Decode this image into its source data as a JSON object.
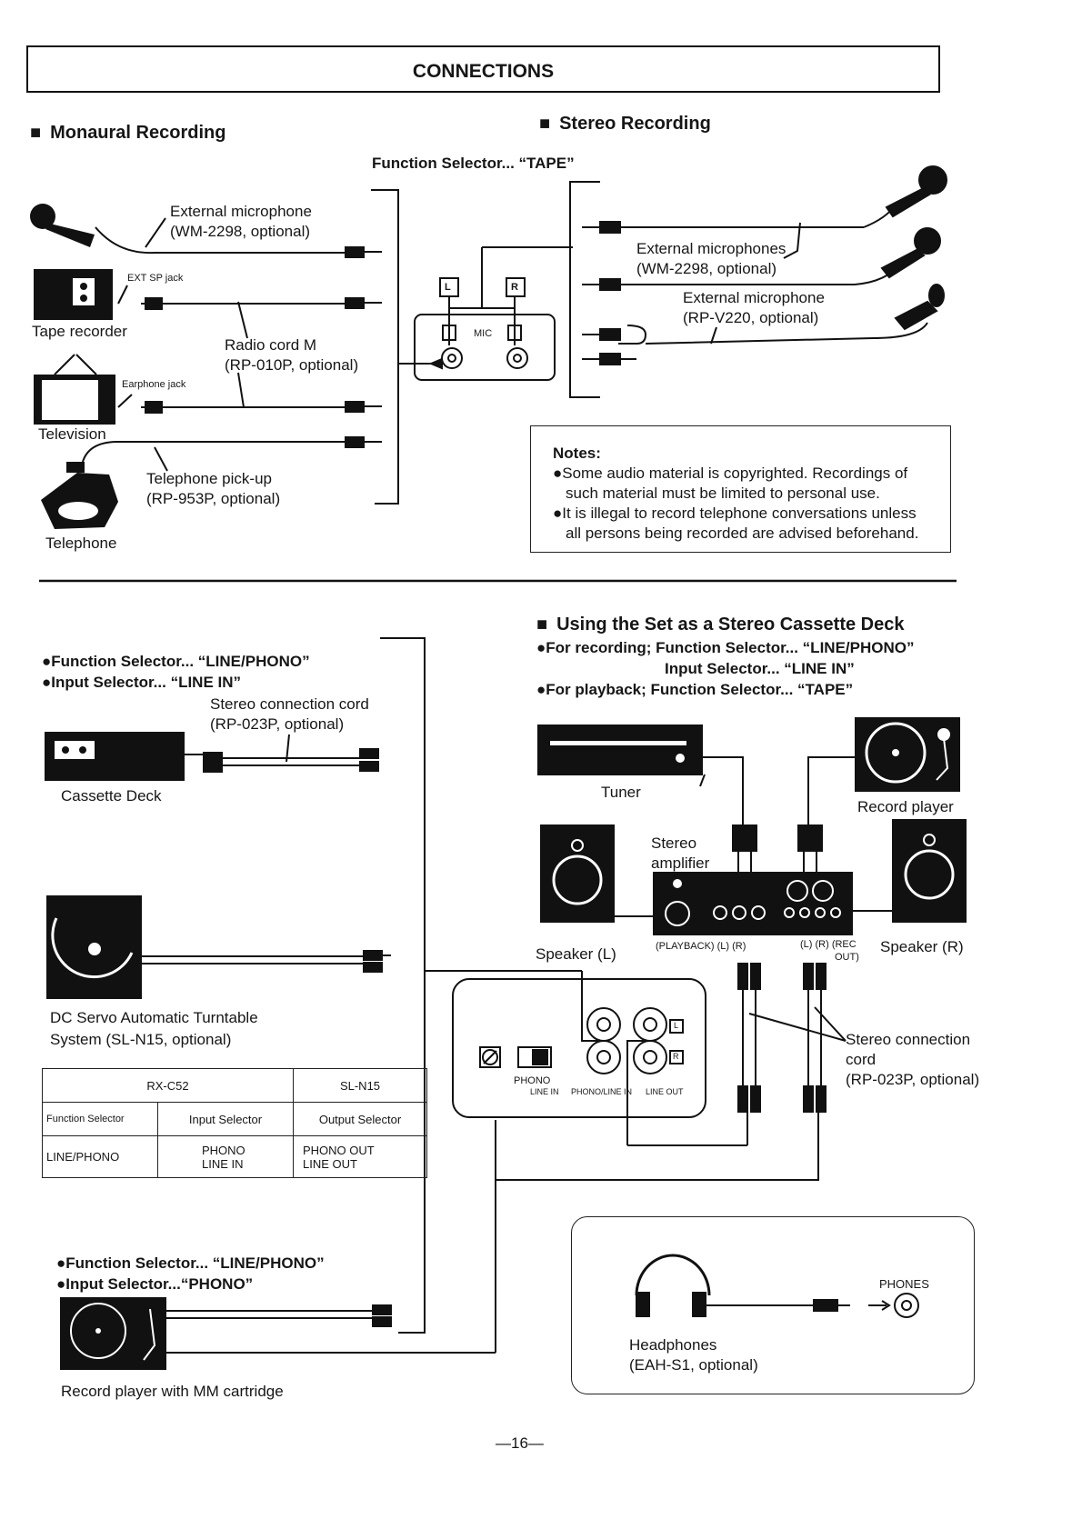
{
  "page_title": "CONNECTIONS",
  "monaural": {
    "heading": "Monaural Recording",
    "ext_mic_1": "External microphone",
    "ext_mic_2": "(WM-2298, optional)",
    "ext_sp_jack": "EXT SP jack",
    "tape_recorder": "Tape recorder",
    "radio_cord_1": "Radio cord M",
    "radio_cord_2": "(RP-010P, optional)",
    "earphone_jack": "Earphone jack",
    "television": "Television",
    "tel_pickup_1": "Telephone pick-up",
    "tel_pickup_2": "(RP-953P, optional)",
    "telephone": "Telephone"
  },
  "function_tape": "Function Selector... “TAPE”",
  "jacks": {
    "l": "L",
    "r": "R",
    "mic": "MIC"
  },
  "stereo": {
    "heading": "Stereo Recording",
    "ext_mics_1": "External microphones",
    "ext_mics_2": "(WM-2298, optional)",
    "ext_mic_v_1": "External microphone",
    "ext_mic_v_2": "(RP-V220, optional)"
  },
  "notes": {
    "title": "Notes:",
    "n1a": "●Some audio material is copyrighted. Recordings of",
    "n1b": "such material must be limited to personal use.",
    "n2a": "●It is illegal to record telephone conversations unless",
    "n2b": "all persons being recorded are advised beforehand."
  },
  "deck": {
    "sel1": "●Function Selector... “LINE/PHONO”",
    "sel2": "●Input Selector... “LINE IN”",
    "cord_1": "Stereo connection cord",
    "cord_2": "(RP-023P, optional)",
    "cassette_deck": "Cassette Deck",
    "turntable_1": "DC Servo Automatic Turntable",
    "turntable_2": "System (SL-N15, optional)"
  },
  "selector_table": {
    "rx": "RX-C52",
    "sl": "SL-N15",
    "col1": "Function Selector",
    "col2": "Input Selector",
    "col3": "Output Selector",
    "func": "LINE/PHONO",
    "in_phono": "PHONO",
    "in_line": "LINE  IN",
    "out_phono": "PHONO  OUT",
    "out_line": "LINE  OUT"
  },
  "phono": {
    "sel1": "●Function Selector... “LINE/PHONO”",
    "sel2": "●Input Selector...“PHONO”",
    "player": "Record player with MM cartridge"
  },
  "cassette_use": {
    "heading": "Using the Set as a Stereo Cassette Deck",
    "rec1": "●For recording; Function Selector... “LINE/PHONO”",
    "rec2": "Input Selector... “LINE IN”",
    "play": "●For playback; Function Selector... “TAPE”",
    "tuner": "Tuner",
    "record_player": "Record player",
    "amp_1": "Stereo",
    "amp_2": "amplifier",
    "spk_l": "Speaker (L)",
    "spk_r": "Speaker (R)",
    "playback": "(PLAYBACK) (L) (R)",
    "rec_out_1": "(L) (R) (REC",
    "rec_out_2": "OUT)",
    "cord_1": "Stereo connection",
    "cord_2": "cord",
    "cord_3": "(RP-023P, optional)",
    "panel_phono": "PHONO",
    "panel_line_in": "LINE  IN",
    "panel_phono_line_in": "PHONO/LINE IN",
    "panel_line_out": "LINE OUT",
    "panel_l": "L",
    "panel_r": "R"
  },
  "headphones": {
    "phones": "PHONES",
    "name_1": "Headphones",
    "name_2": "(EAH-S1, optional)"
  },
  "page_number": "—16—"
}
